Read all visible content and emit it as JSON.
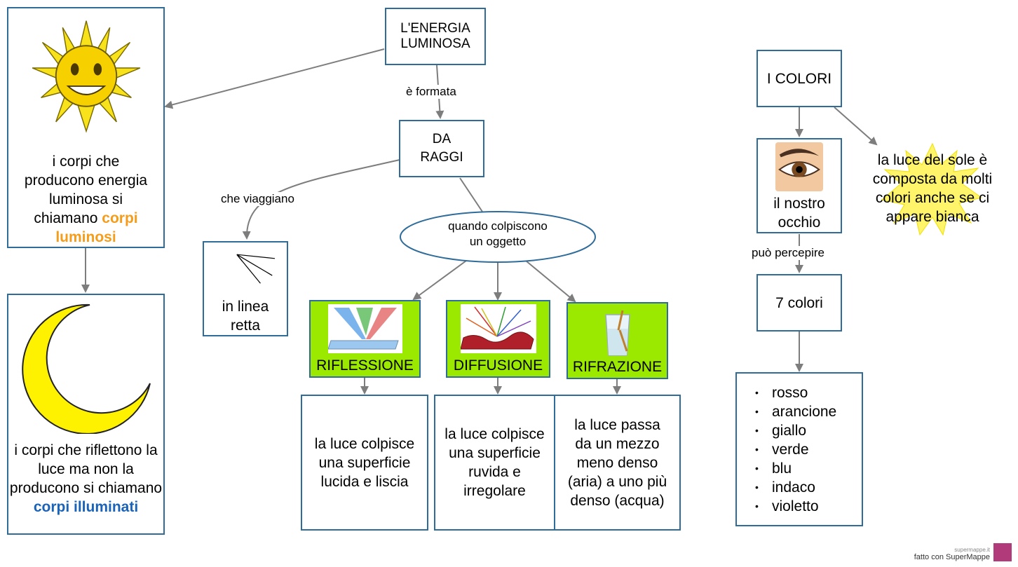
{
  "nodes": {
    "energia": "L'ENERGIA LUMINOSA",
    "raggi": "DA RAGGI",
    "corpi_luminosi_pre": "i corpi che producono energia luminosa si chiamano ",
    "corpi_luminosi_em": "corpi luminosi",
    "corpi_illuminati_pre": "i corpi che riflettono la luce ma non la producono si chiamano ",
    "corpi_illuminati_em": "corpi illuminati",
    "linea_retta": "in linea retta",
    "colpiscono": "quando colpiscono un oggetto",
    "riflessione": "RIFLESSIONE",
    "diffusione": "DIFFUSIONE",
    "rifrazione": "RIFRAZIONE",
    "riflessione_desc": "la luce colpisce una superficie lucida e liscia",
    "diffusione_desc": "la luce colpisce una superficie ruvida e irregolare",
    "rifrazione_desc": "la luce passa da un mezzo meno denso (aria) a uno più denso (acqua)",
    "colori": "I COLORI",
    "occhio": "il nostro occhio",
    "sette_colori": "7 colori",
    "luce_sole": "la luce del sole è composta da molti colori anche se ci appare bianca",
    "color_list": [
      "rosso",
      "arancione",
      "giallo",
      "verde",
      "blu",
      "indaco",
      "violetto"
    ]
  },
  "links": {
    "e_formata": "è formata",
    "che_viaggiano": "che viaggiano",
    "puo_percepire": "può percepire"
  },
  "footer": {
    "site": "supermappe.it",
    "made_with": "fatto con SuperMappe"
  },
  "colors": {
    "border": "#2f6c9a",
    "green": "#9be800",
    "orange": "#f59c1a",
    "blue": "#1a63b8",
    "sun": "#f7e21b"
  }
}
